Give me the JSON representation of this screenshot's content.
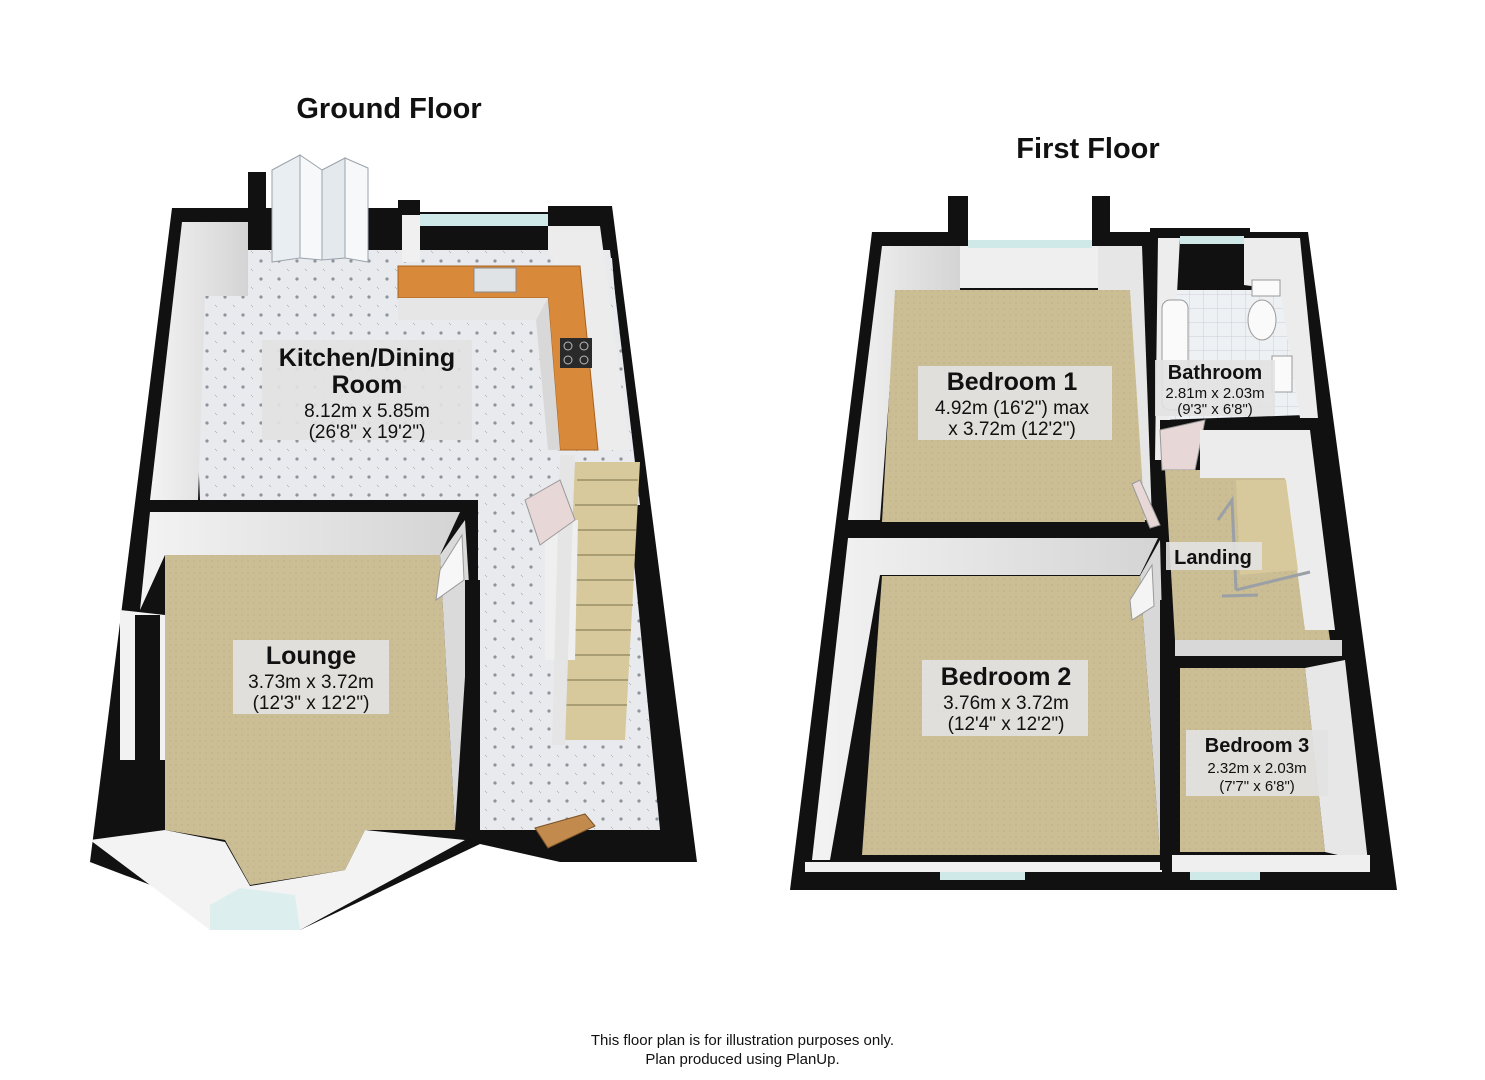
{
  "ground_floor": {
    "title": "Ground Floor",
    "kitchen": {
      "name_line1": "Kitchen/Dining",
      "name_line2": "Room",
      "dim_metric": "8.12m x 5.85m",
      "dim_imperial": "(26'8\" x 19'2\")"
    },
    "lounge": {
      "name": "Lounge",
      "dim_metric": "3.73m x 3.72m",
      "dim_imperial": "(12'3\" x 12'2\")"
    }
  },
  "first_floor": {
    "title": "First Floor",
    "bedroom1": {
      "name": "Bedroom 1",
      "dim_line1": "4.92m (16'2\") max",
      "dim_line2": "x 3.72m (12'2\")"
    },
    "bedroom2": {
      "name": "Bedroom 2",
      "dim_metric": "3.76m x 3.72m",
      "dim_imperial": "(12'4\" x 12'2\")"
    },
    "bedroom3": {
      "name": "Bedroom 3",
      "dim_metric": "2.32m x 2.03m",
      "dim_imperial": "(7'7\" x 6'8\")"
    },
    "bathroom": {
      "name": "Bathroom",
      "dim_metric": "2.81m x 2.03m",
      "dim_imperial": "(9'3\" x 6'8\")"
    },
    "landing": {
      "name": "Landing"
    }
  },
  "disclaimer": {
    "line1": "This floor plan is for illustration purposes only.",
    "line2": "Plan produced using PlanUp."
  },
  "colors": {
    "wall": "#111111",
    "carpet": "#c9bb92",
    "tile": "#e7e9ec",
    "worktop": "#d9893a",
    "label_bg": "#e6e6e6"
  }
}
